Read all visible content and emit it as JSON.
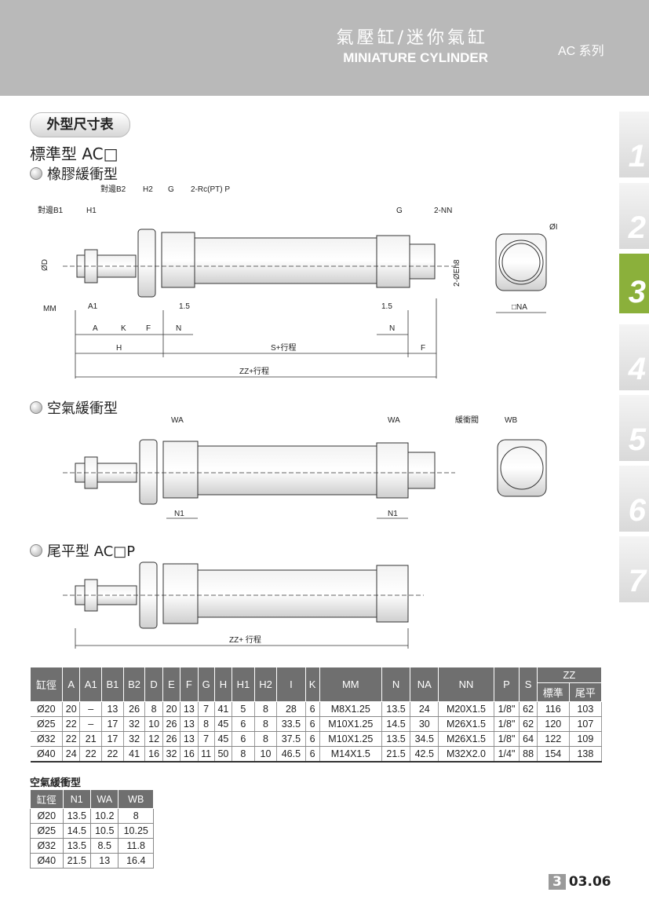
{
  "header": {
    "title_cn": "氣壓缸/迷你氣缸",
    "title_en": "MINIATURE CYLINDER",
    "series": "AC 系列"
  },
  "side_tabs": [
    "1",
    "2",
    "3",
    "4",
    "5",
    "6",
    "7"
  ],
  "active_tab": "3",
  "section_pill": "外型尺寸表",
  "main_title": "標準型 AC□",
  "sections": {
    "rubber": "橡膠緩衝型",
    "air": "空氣緩衝型",
    "flat": "尾平型 AC□P"
  },
  "drawing_labels": {
    "b1": "對邊B1",
    "b2": "對邊B2",
    "h1": "H1",
    "h2": "H2",
    "g": "G",
    "rc": "2-Rc(PT) P",
    "nn": "2-NN",
    "d": "ØD",
    "mm": "MM",
    "a1": "A1",
    "a": "A",
    "k": "K",
    "f": "F",
    "n": "N",
    "h": "H",
    "s": "S+行程",
    "zz": "ZZ+行程",
    "zz2": "ZZ+ 行程",
    "e": "2-ØEh8",
    "i": "ØI",
    "na": "□NA",
    "v15": "1.5",
    "wa": "WA",
    "wb": "WB",
    "n1": "N1",
    "cushion": "緩衝閥"
  },
  "spec_table": {
    "headers": [
      "缸徑",
      "A",
      "A1",
      "B1",
      "B2",
      "D",
      "E",
      "F",
      "G",
      "H",
      "H1",
      "H2",
      "I",
      "K",
      "MM",
      "N",
      "NA",
      "NN",
      "P",
      "S",
      "ZZ"
    ],
    "zz_sub": [
      "標準",
      "尾平"
    ],
    "rows": [
      [
        "Ø20",
        "20",
        "–",
        "13",
        "26",
        "8",
        "20",
        "13",
        "7",
        "41",
        "5",
        "8",
        "28",
        "6",
        "M8X1.25",
        "13.5",
        "24",
        "M20X1.5",
        "1/8\"",
        "62",
        "116",
        "103"
      ],
      [
        "Ø25",
        "22",
        "–",
        "17",
        "32",
        "10",
        "26",
        "13",
        "8",
        "45",
        "6",
        "8",
        "33.5",
        "6",
        "M10X1.25",
        "14.5",
        "30",
        "M26X1.5",
        "1/8\"",
        "62",
        "120",
        "107"
      ],
      [
        "Ø32",
        "22",
        "21",
        "17",
        "32",
        "12",
        "26",
        "13",
        "7",
        "45",
        "6",
        "8",
        "37.5",
        "6",
        "M10X1.25",
        "13.5",
        "34.5",
        "M26X1.5",
        "1/8\"",
        "64",
        "122",
        "109"
      ],
      [
        "Ø40",
        "24",
        "22",
        "22",
        "41",
        "16",
        "32",
        "16",
        "11",
        "50",
        "8",
        "10",
        "46.5",
        "6",
        "M14X1.5",
        "21.5",
        "42.5",
        "M32X2.0",
        "1/4\"",
        "88",
        "154",
        "138"
      ]
    ]
  },
  "air_table": {
    "title": "空氣緩衝型",
    "headers": [
      "缸徑",
      "N1",
      "WA",
      "WB"
    ],
    "rows": [
      [
        "Ø20",
        "13.5",
        "10.2",
        "8"
      ],
      [
        "Ø25",
        "14.5",
        "10.5",
        "10.25"
      ],
      [
        "Ø32",
        "13.5",
        "8.5",
        "11.8"
      ],
      [
        "Ø40",
        "21.5",
        "13",
        "16.4"
      ]
    ]
  },
  "page": {
    "chapter": "3",
    "number": "03.06"
  }
}
